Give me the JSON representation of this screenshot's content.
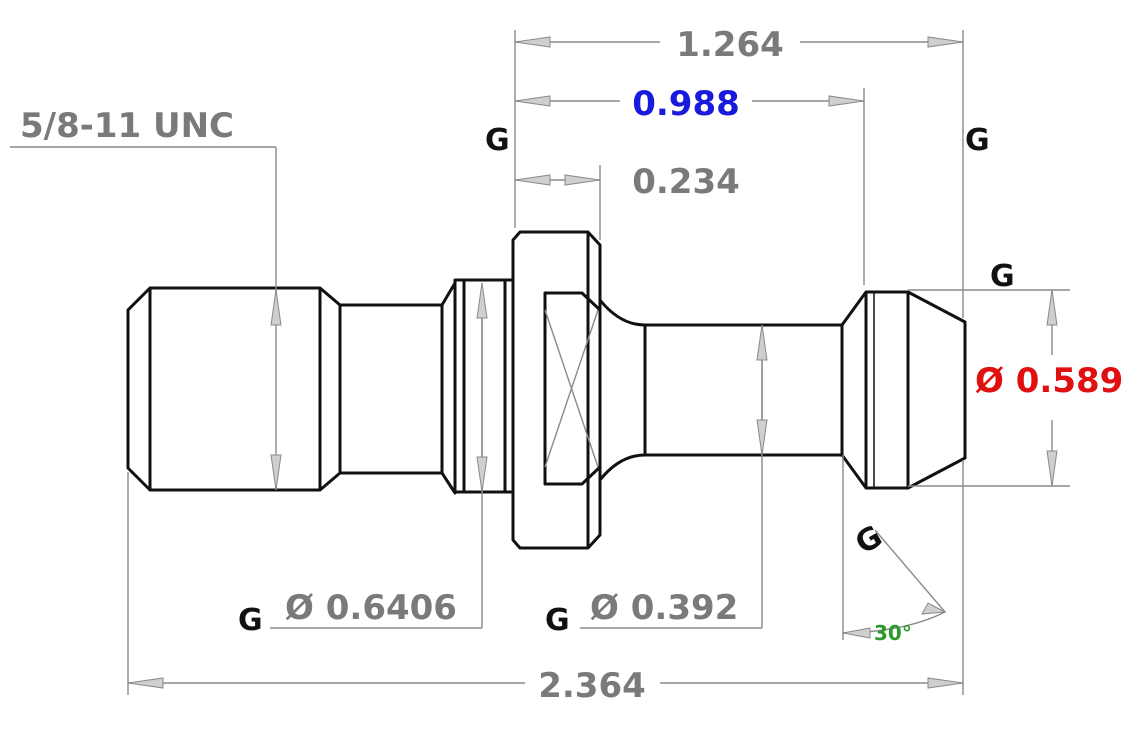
{
  "dimensions": {
    "overall_length": "2.364",
    "top_length": "1.264",
    "highlighted_length": "0.988",
    "flange_width": "0.234",
    "thread": "5/8-11 UNC",
    "flange_diameter": "Ø 0.6406",
    "neck_diameter": "Ø 0.392",
    "head_diameter": "Ø 0.589",
    "chamfer_angle": "30°"
  },
  "gauge_marks": [
    "G",
    "G",
    "G",
    "G",
    "G",
    "G"
  ],
  "colors": {
    "outline": "#111111",
    "dimension": "#7a7a7a",
    "highlight_blue": "#1a1adc",
    "highlight_red": "#e01010",
    "angle_green": "#2a9a2a"
  }
}
